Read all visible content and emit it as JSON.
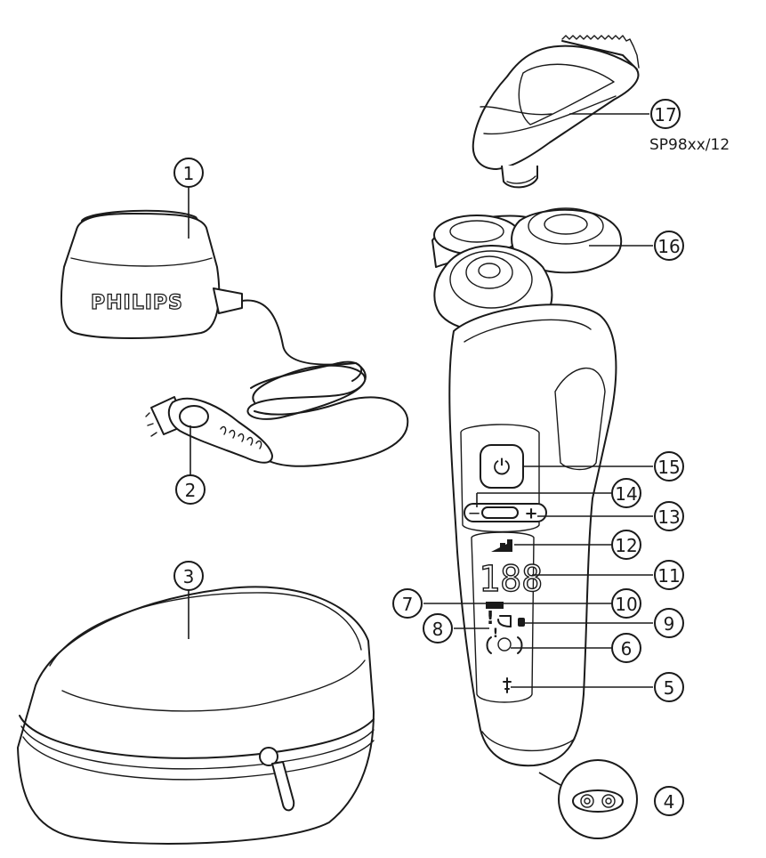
{
  "model_label": "SP98xx/12",
  "brand_text": "PHILIPS",
  "display_digits": "188",
  "power_symbol": "⏻",
  "minus_symbol": "−",
  "plus_symbol": "+",
  "exclamation_symbol": "!",
  "callouts": [
    {
      "n": "1",
      "label": "1"
    },
    {
      "n": "2",
      "label": "2"
    },
    {
      "n": "3",
      "label": "3"
    },
    {
      "n": "4",
      "label": "4"
    },
    {
      "n": "5",
      "label": "5"
    },
    {
      "n": "6",
      "label": "6"
    },
    {
      "n": "7",
      "label": "7"
    },
    {
      "n": "8",
      "label": "8"
    },
    {
      "n": "9",
      "label": "9"
    },
    {
      "n": "10",
      "label": "10"
    },
    {
      "n": "11",
      "label": "11"
    },
    {
      "n": "12",
      "label": "12"
    },
    {
      "n": "13",
      "label": "13"
    },
    {
      "n": "14",
      "label": "14"
    },
    {
      "n": "15",
      "label": "15"
    },
    {
      "n": "16",
      "label": "16"
    },
    {
      "n": "17",
      "label": "17"
    }
  ]
}
